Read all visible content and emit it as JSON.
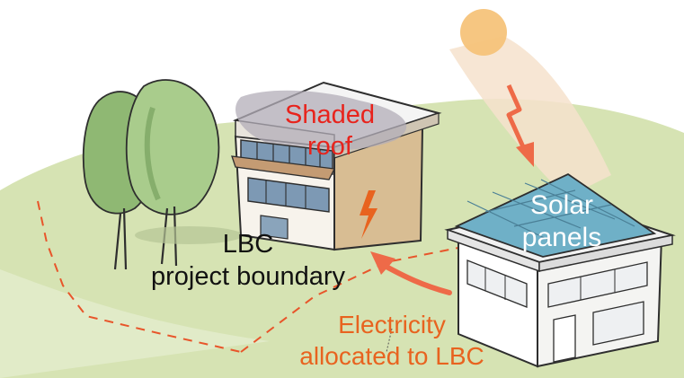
{
  "labels": {
    "shaded_roof": [
      "Shaded",
      "roof"
    ],
    "solar_panels": [
      "Solar",
      "panels"
    ],
    "project_boundary": [
      "LBC",
      "project boundary"
    ],
    "electricity": [
      "Electricity",
      "allocated to LBC"
    ]
  },
  "colors": {
    "ground": "#d6e3b3",
    "tree_foliage": "#8fb873",
    "tree_foliage_light": "#a9cc8c",
    "roof_shadow": "#b3aeb8",
    "building_left_wall": "#d8bd93",
    "glazing": "#7d99b4",
    "solar_panel": "#6fb0c7",
    "sun": "#f5c37a",
    "sun_beam": "#f6e2cd",
    "arrow": "#ee6a48",
    "boundary_dash": "#e8552a",
    "label_red": "#e8231c",
    "label_orange": "#e8631f",
    "label_dark": "#111111",
    "label_white": "#ffffff"
  },
  "icons": {
    "sun": "sun-icon",
    "sun_ray": "lightning-arrow-icon",
    "lightning": "lightning-bolt-icon",
    "transfer": "curved-arrow-icon"
  }
}
